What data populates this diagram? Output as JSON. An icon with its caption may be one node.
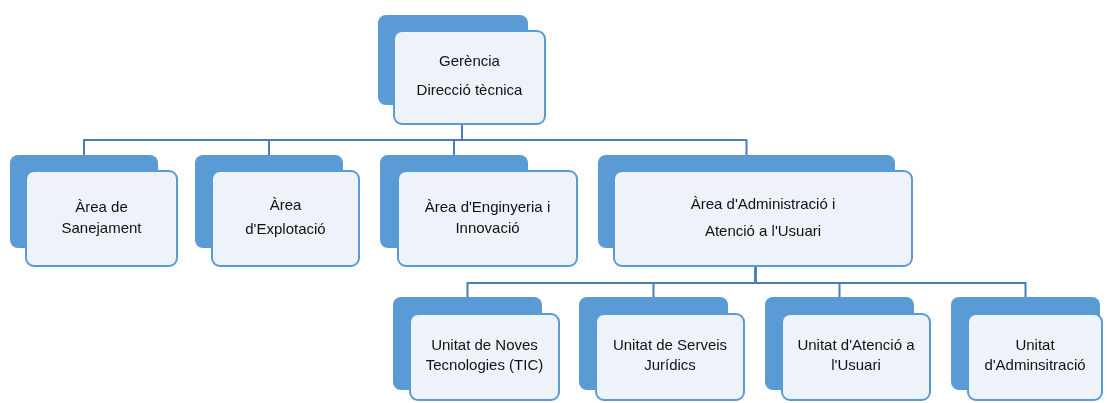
{
  "diagram": {
    "nodes": [
      {
        "text": [
          "Gerència",
          "Direcció tècnica"
        ]
      },
      {
        "text": [
          "Àrea de Sanejament"
        ]
      },
      {
        "text": [
          "Àrea d'Explotació"
        ]
      },
      {
        "text": [
          "Àrea d'Enginyeria i Innovació"
        ]
      },
      {
        "text": [
          "Àrea d'Administració i Atenció a l'Usuari"
        ]
      },
      {
        "text": [
          "Unitat de Noves Tecnologies (TIC)"
        ]
      },
      {
        "text": [
          "Unitat de Serveis Jurídics"
        ]
      },
      {
        "text": [
          "Unitat d'Atenció a l'Usuari"
        ]
      },
      {
        "text": [
          "Unitat d'Adminsitració"
        ]
      }
    ],
    "edges": [
      {
        "from": 0,
        "to": 1,
        "arrow": "none"
      },
      {
        "from": 0,
        "to": 2,
        "arrow": "none"
      },
      {
        "from": 0,
        "to": 3,
        "arrow": "none"
      },
      {
        "from": 0,
        "to": 4,
        "arrow": "none"
      },
      {
        "from": 4,
        "to": 5,
        "arrow": "none"
      },
      {
        "from": 4,
        "to": 6,
        "arrow": "none"
      },
      {
        "from": 4,
        "to": 7,
        "arrow": "none"
      },
      {
        "from": 4,
        "to": 8,
        "arrow": "none"
      }
    ]
  }
}
